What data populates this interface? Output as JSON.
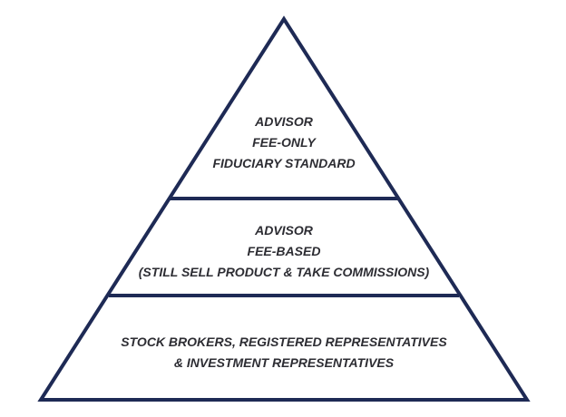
{
  "colors": {
    "outline": "#1e2a55",
    "text": "#2d2d33",
    "background": "#ffffff"
  },
  "pyramid": {
    "tiers": [
      {
        "id": "top",
        "lines": [
          "ADVISOR",
          "FEE-ONLY",
          "FIDUCIARY STANDARD"
        ]
      },
      {
        "id": "middle",
        "lines": [
          "ADVISOR",
          "FEE-BASED",
          "(STILL SELL PRODUCT & TAKE COMMISSIONS)"
        ]
      },
      {
        "id": "bottom",
        "lines": [
          "STOCK BROKERS, REGISTERED REPRESENTATIVES",
          "& INVESTMENT REPRESENTATIVES"
        ]
      }
    ]
  }
}
